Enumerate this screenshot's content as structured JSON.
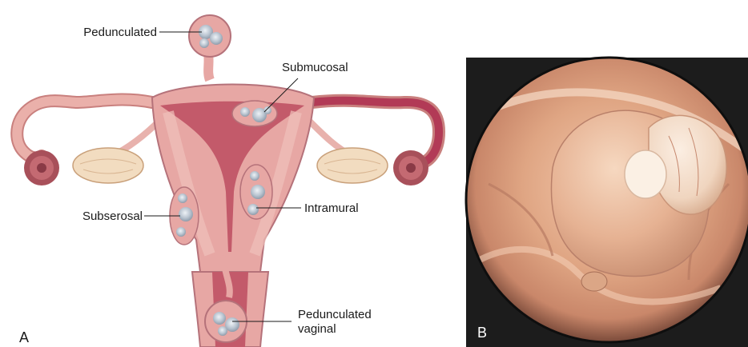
{
  "panel_a": {
    "letter": "A",
    "labels": {
      "pedunculated": "Pedunculated",
      "submucosal": "Submucosal",
      "subserosal": "Subserosal",
      "intramural": "Intramural",
      "pedunculated_vaginal_line1": "Pedunculated",
      "pedunculated_vaginal_line2": "vaginal"
    }
  },
  "panel_b": {
    "letter": "B"
  },
  "colors": {
    "uterus_outer": "#e7a7a4",
    "uterus_inner": "#c35a6a",
    "fibroid": "#b8c3cf",
    "photo_background": "#1c1c1c",
    "photo_tissue": "#e8b79a"
  }
}
